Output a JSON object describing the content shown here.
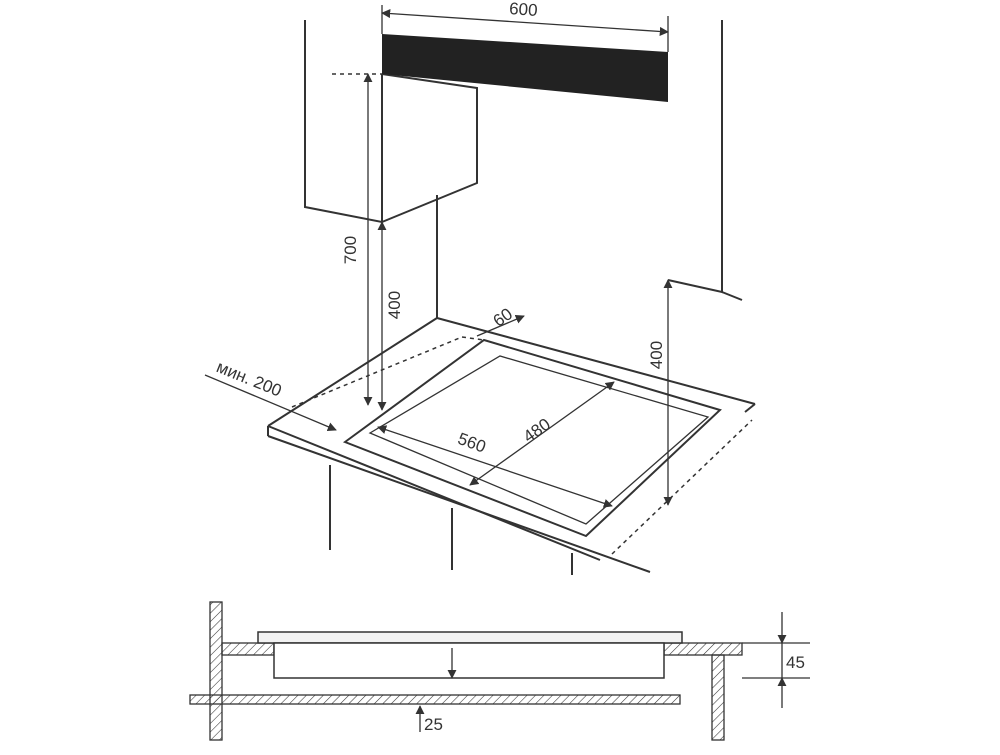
{
  "colors": {
    "line": "#333333",
    "hood_panel": "#222222",
    "hob_glass": "#f2f2f2",
    "background": "#ffffff"
  },
  "dimensions": {
    "hood_width": "600",
    "hood_height": "700",
    "cabinet_clearance_left": "400",
    "cabinet_clearance_right": "400",
    "rear_gap": "60",
    "side_gap": "мин. 200",
    "cutout_width": "560",
    "cutout_depth": "480",
    "hob_height": "45",
    "bottom_gap": "25"
  }
}
